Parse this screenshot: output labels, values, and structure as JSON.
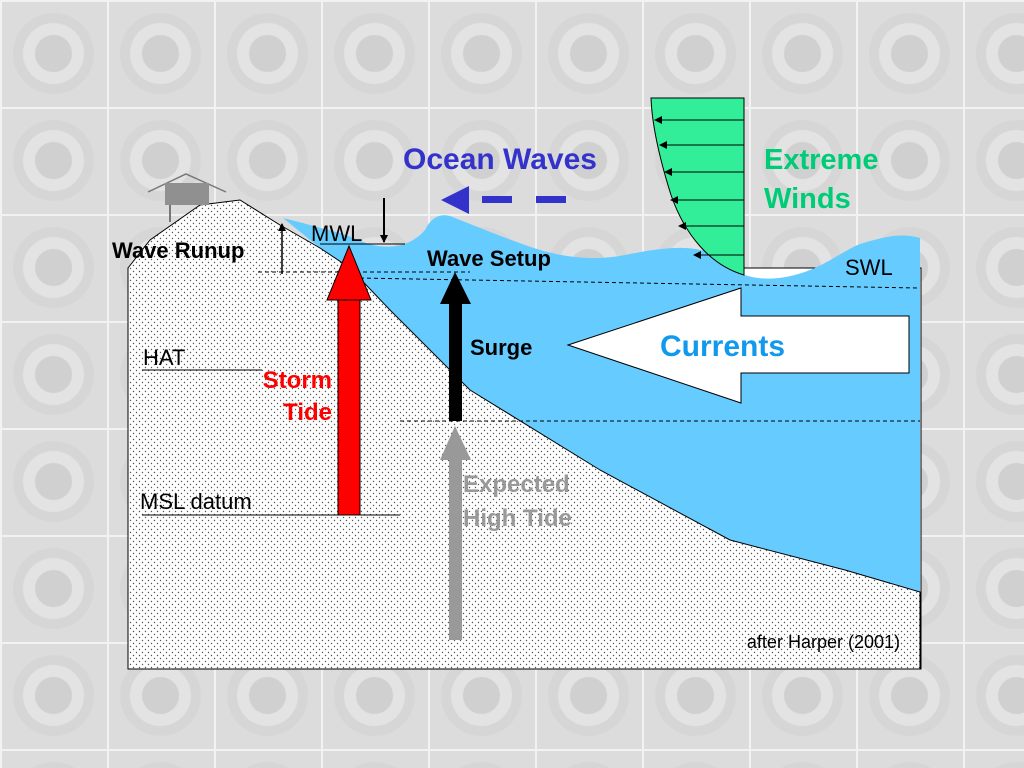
{
  "labels": {
    "ocean_waves": "Ocean Waves",
    "extreme_winds_line1": "Extreme",
    "extreme_winds_line2": "Winds",
    "mwl": "MWL",
    "wave_runup": "Wave Runup",
    "wave_setup": "Wave Setup",
    "swl": "SWL",
    "hat": "HAT",
    "storm_tide_line1": "Storm",
    "storm_tide_line2": "Tide",
    "surge": "Surge",
    "currents": "Currents",
    "msl_datum": "MSL datum",
    "expected_high_tide_line1": "Expected",
    "expected_high_tide_line2": "High Tide",
    "credit": "after Harper (2001)"
  },
  "colors": {
    "water": "#66ccff",
    "wind_profile": "#33ee99",
    "storm_tide_arrow": "#ff0000",
    "surge_arrow": "#000000",
    "tide_arrow": "#999999",
    "ocean_waves_text": "#3333cc",
    "extreme_winds_text": "#00cc77",
    "currents_text": "#1199ee",
    "storm_tide_text": "#ff0000",
    "tide_text": "#999999",
    "house": "#909090"
  }
}
